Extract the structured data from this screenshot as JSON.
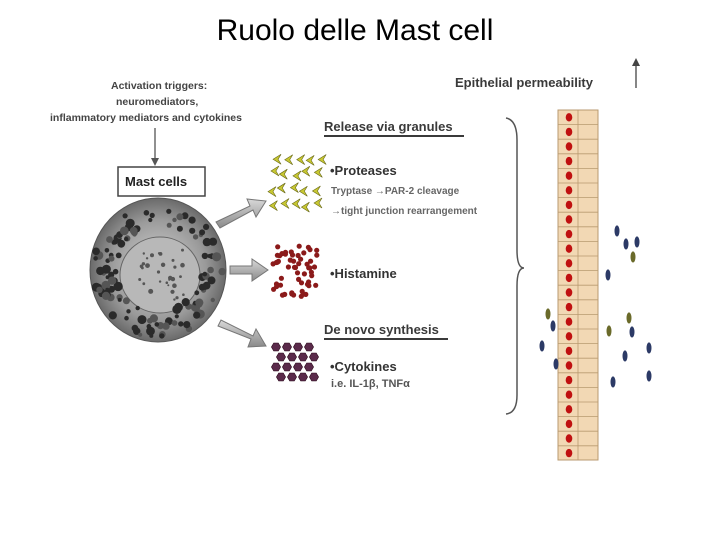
{
  "title": "Ruolo delle Mast cell",
  "triggers": {
    "line1": "Activation triggers:",
    "line2": "neuromediators,",
    "line3": "inflammatory mediators and cytokines"
  },
  "mast_cells_label": "Mast cells",
  "epithelial": {
    "label": "Epithelial permeability",
    "arrow": "↑"
  },
  "granules": {
    "heading": "Release via granules",
    "proteases": "•Proteases",
    "tryptase": "Tryptase →PAR-2 cleavage",
    "tight_junction": "→tight junction rearrangement",
    "histamine": "•Histamine"
  },
  "synthesis": {
    "heading": "De novo synthesis",
    "cytokines": "•Cytokines",
    "examples": "i.e. IL-1β, TNFα"
  },
  "colors": {
    "protease": "#c8c832",
    "histamine": "#8b1a1a",
    "cytokine": "#5a2a4a",
    "epithelium": "#f2d8b4",
    "nucleus": "#c01010",
    "arrow_gray": "#a0a0a0",
    "molecule_navy": "#2c3a66",
    "molecule_olive": "#6a6a2a"
  }
}
